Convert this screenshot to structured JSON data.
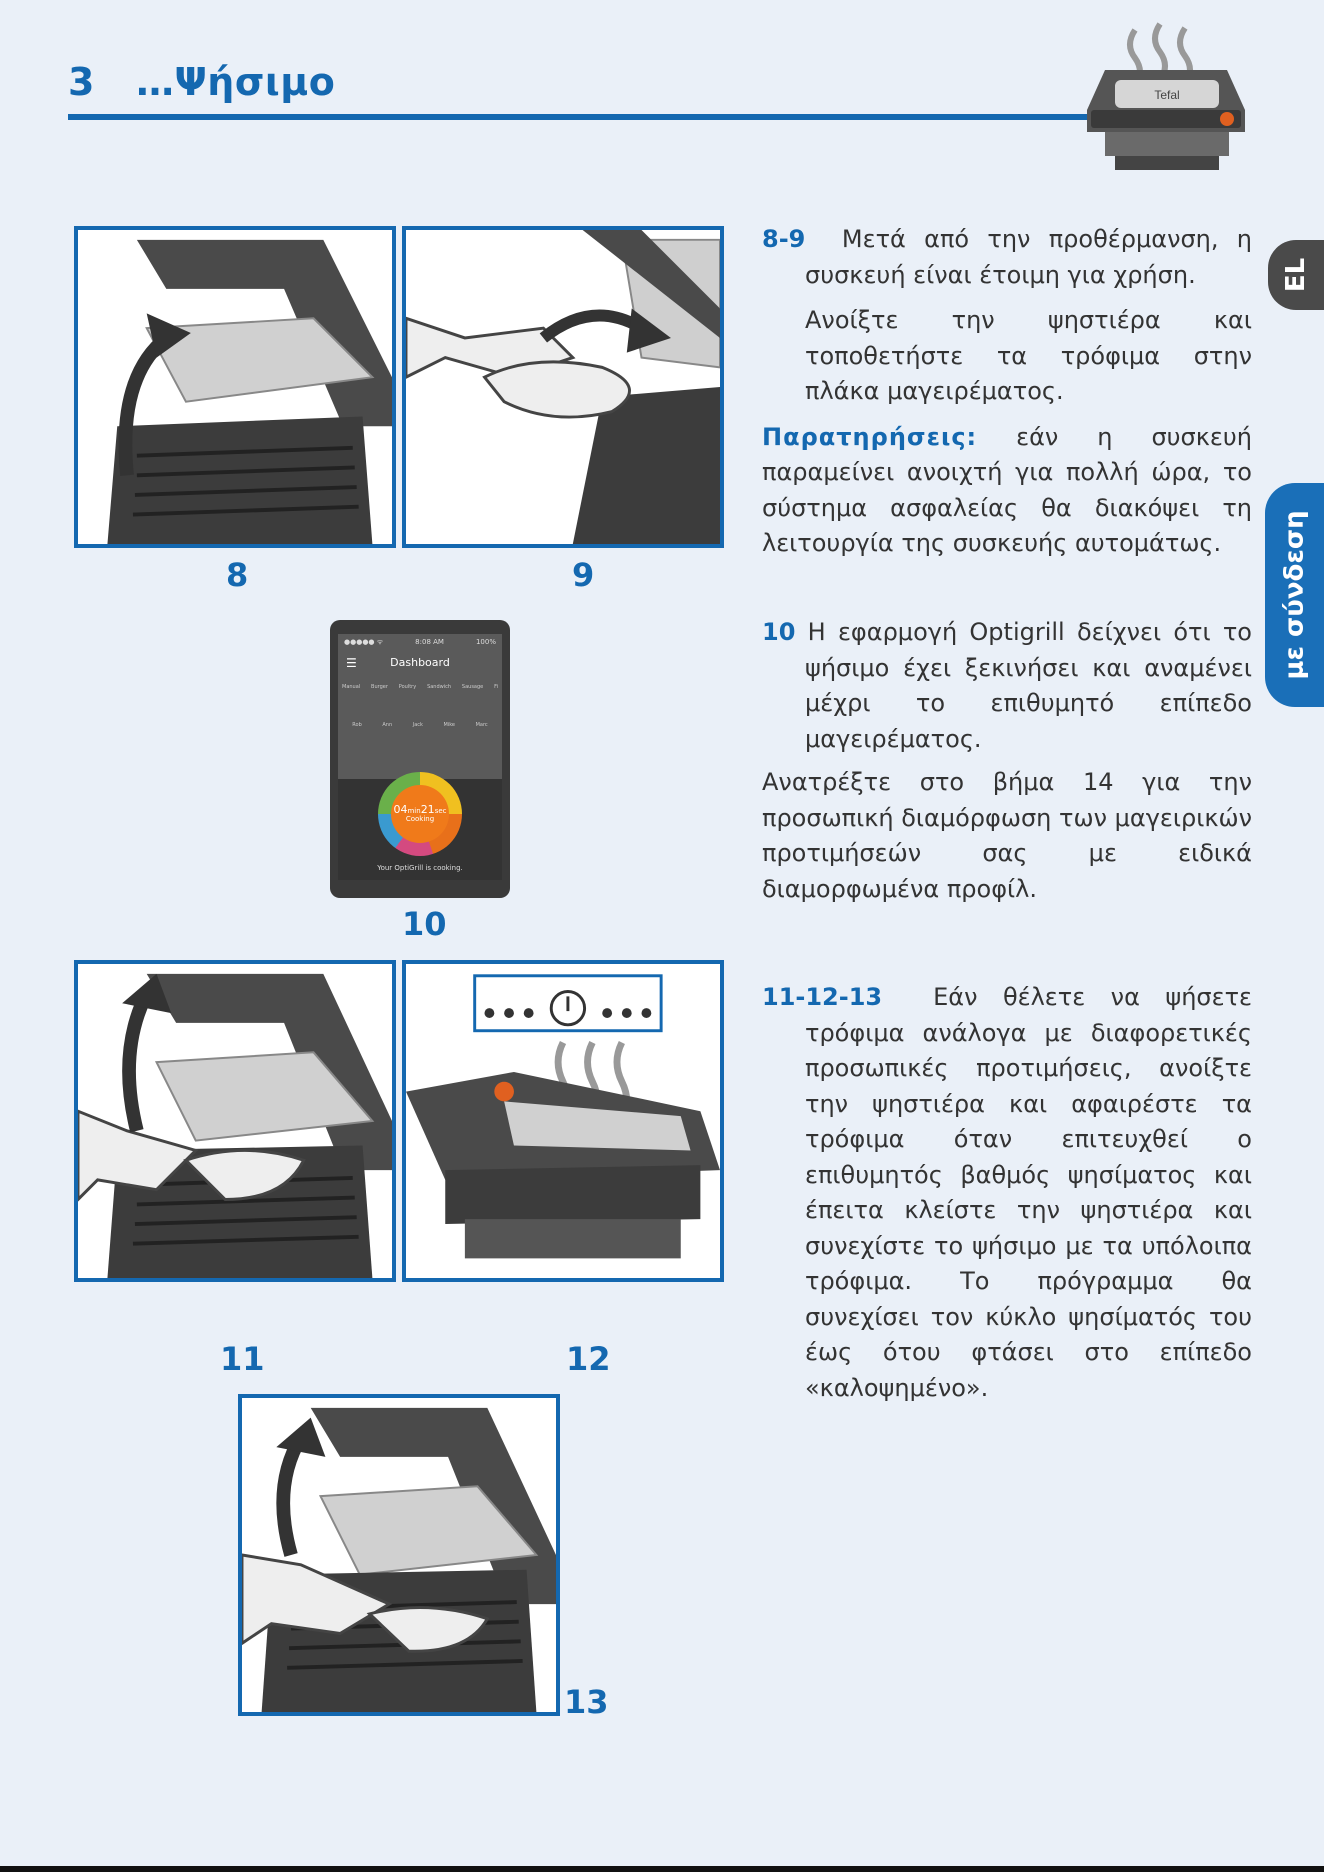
{
  "header": {
    "section_number": "3",
    "section_title": "…Ψήσιμο",
    "grill_brand": "Tefal"
  },
  "tabs": {
    "language": "EL",
    "mode": "με σύνδεση"
  },
  "figures": {
    "fig8": "8",
    "fig9": "9",
    "fig10": "10",
    "fig11": "11",
    "fig12": "12",
    "fig13": "13"
  },
  "phone": {
    "carrier": "●●●●● ᯤ",
    "time": "8:08 AM",
    "battery": "100%",
    "title": "Dashboard",
    "categories": [
      "Manual",
      "Burger",
      "Poultry",
      "Sandwich",
      "Sausage",
      "Fi"
    ],
    "profiles": [
      "Rob",
      "Ann",
      "Jack",
      "Mike",
      "Marc"
    ],
    "timer_min": "04",
    "timer_min_unit": "min",
    "timer_sec": "21",
    "timer_sec_unit": "sec",
    "timer_label": "Cooking",
    "status_msg": "Your OptiGrill is cooking."
  },
  "text": {
    "step89_num": "8-9",
    "step89_line": "Μετά από την προθέρμανση, η συσκευή είναι έτοιμη για χρήση.",
    "step89_para2": "Ανοίξτε την ψηστιέρα και τοποθετήστε τα τρόφιμα στην πλάκα μαγειρέματος.",
    "notes_label": "Παρατηρήσεις:",
    "notes_text": "εάν η συσκευή παραμείνει ανοιχτή για πολλή ώρα, το σύστημα ασφαλείας θα διακόψει τη λειτουργία της συσκευής αυτομάτως.",
    "step10_num": "10",
    "step10_text": "Η εφαρμογή Optigrill δείχνει ότι το ψήσιμο έχει ξεκινήσει και αναμένει μέχρι το επιθυμητό επίπεδο μαγειρέματος.",
    "step10_para2": "Ανατρέξτε στο βήμα 14 για την προσωπική διαμόρφωση των μαγειρικών προτιμήσεών σας με ειδικά διαμορφωμένα προφίλ.",
    "step111213_num": "11-12-13",
    "step111213_text": "Εάν θέλετε να ψήσετε τρόφιμα ανάλογα με διαφορετικές προσωπικές προτιμήσεις, ανοίξτε την ψηστιέρα και αφαιρέστε τα τρόφιμα όταν επιτευχθεί ο επιθυμητός βαθμός ψησίματος και έπειτα κλείστε την ψηστιέρα και συνεχίστε το ψήσιμο με τα υπόλοιπα τρόφιμα. Το πρόγραμμα θα συνεχίσει τον κύκλο ψησίματός του έως ότου φτάσει στο επίπεδο «καλοψημένο»."
  }
}
